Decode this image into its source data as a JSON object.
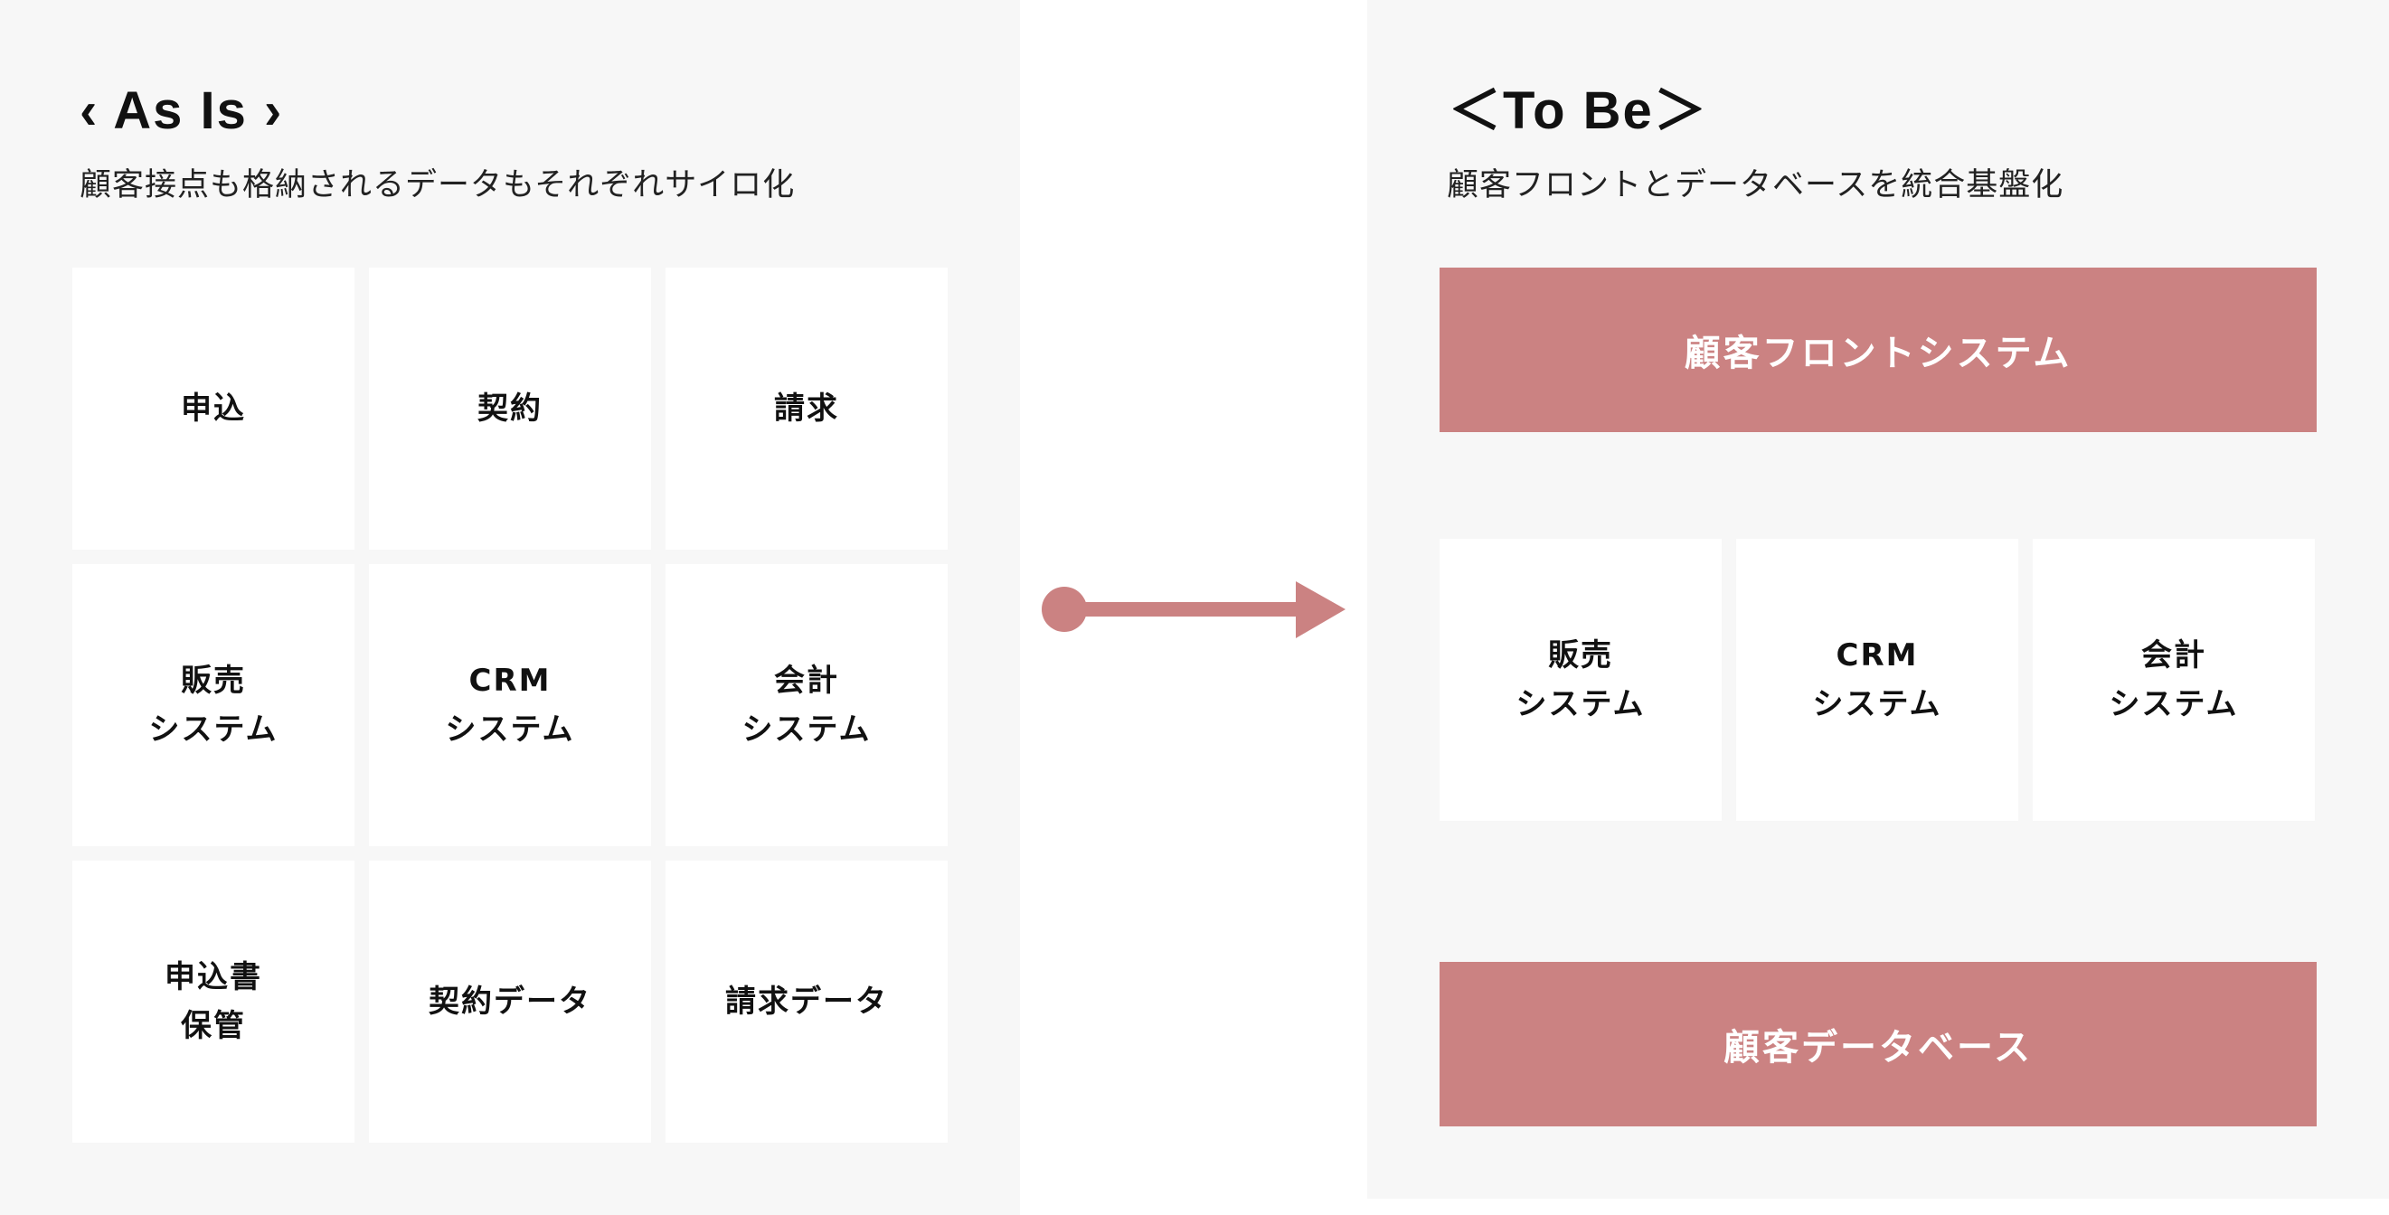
{
  "as_is": {
    "title": "‹ As Is ›",
    "subtitle": "顧客接点も格納されるデータもそれぞれサイロ化",
    "grid": [
      {
        "label": "申込"
      },
      {
        "label": "契約"
      },
      {
        "label": "請求"
      },
      {
        "label": "販売\nシステム"
      },
      {
        "label": "CRM\nシステム"
      },
      {
        "label": "会計\nシステム"
      },
      {
        "label": "申込書\n保管"
      },
      {
        "label": "契約データ"
      },
      {
        "label": "請求データ"
      }
    ]
  },
  "arrow": {
    "icon": "arrow-right-with-dot-icon",
    "color": "#CB8282"
  },
  "to_be": {
    "title": "＜To Be＞",
    "subtitle": "顧客フロントとデータベースを統合基盤化",
    "front_bar": {
      "label": "顧客フロントシステム"
    },
    "systems": [
      {
        "label": "販売\nシステム"
      },
      {
        "label": "CRM\nシステム"
      },
      {
        "label": "会計\nシステム"
      }
    ],
    "database_bar": {
      "label": "顧客データベース"
    }
  },
  "colors": {
    "panel_background": "#F7F7F7",
    "box_background": "#FFFFFF",
    "accent": "#CB8282",
    "text": "#111111"
  }
}
